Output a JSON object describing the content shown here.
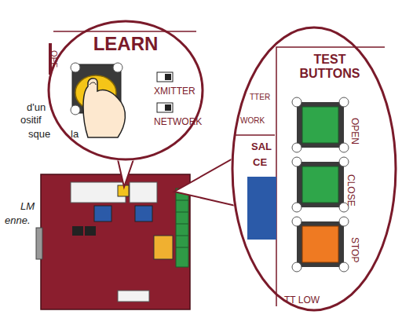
{
  "diagram": {
    "nodes": [
      {
        "text": [
          "LEARN"
        ]
      },
      {
        "text": [
          "TEST BUTTONS"
        ]
      }
    ],
    "labels": [
      "OFF",
      "d'un",
      "ositif",
      "sque",
      "la",
      "XMITTER",
      "NETWORK",
      "LM",
      "enne.",
      "TTER",
      "WORK",
      "SAL",
      "CE",
      "OPEN",
      "CLOSE",
      "STOP",
      "TT LOW"
    ]
  }
}
